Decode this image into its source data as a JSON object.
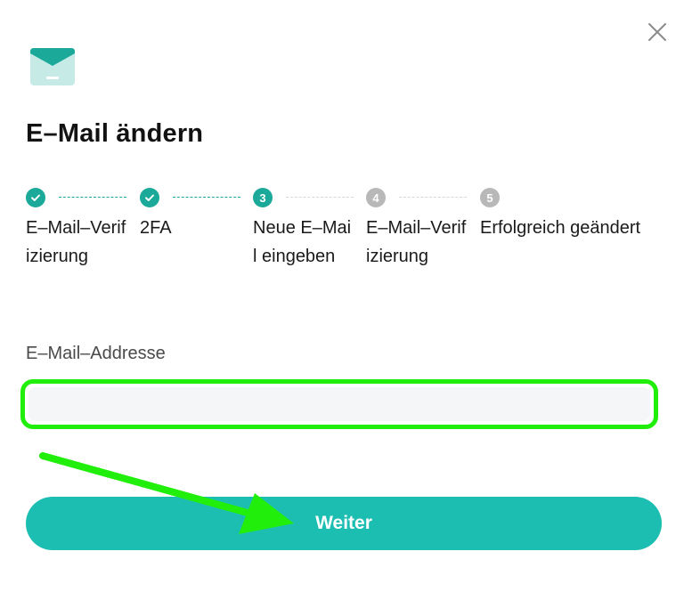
{
  "dialog": {
    "title": "E–Mail ändern",
    "icons": {
      "header": "envelope-icon",
      "close": "close-icon",
      "check": "check-icon"
    }
  },
  "steps": [
    {
      "number": "1",
      "label": "E–Mail–Verifizierung",
      "state": "done"
    },
    {
      "number": "2",
      "label": "2FA",
      "state": "done"
    },
    {
      "number": "3",
      "label": "Neue E–Mail eingeben",
      "state": "active"
    },
    {
      "number": "4",
      "label": "E–Mail–Verifizierung",
      "state": "todo"
    },
    {
      "number": "5",
      "label": "Erfolgreich geändert",
      "state": "todo"
    }
  ],
  "form": {
    "email_label": "E–Mail–Addresse",
    "email_value": "",
    "submit_label": "Weiter"
  },
  "colors": {
    "accent": "#1ba99a",
    "button": "#1dbeb2",
    "pending": "#b8b8b8",
    "highlight": "#22ee0c"
  }
}
